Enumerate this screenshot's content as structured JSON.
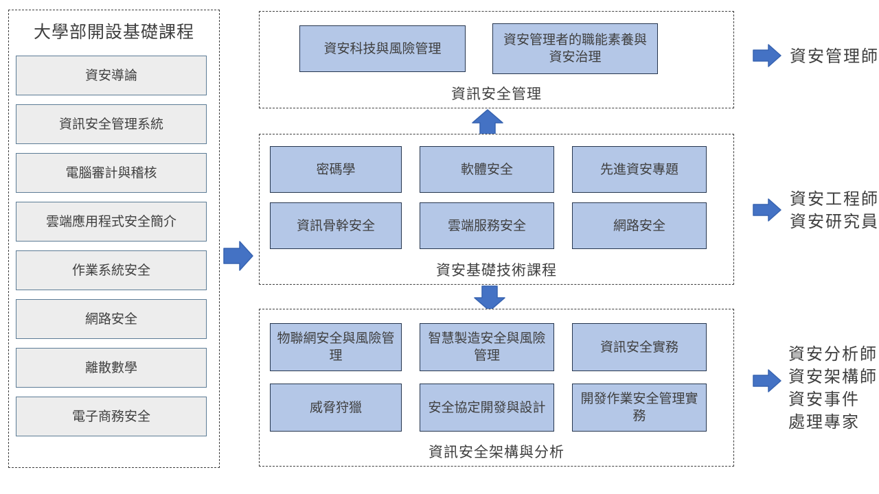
{
  "left_panel": {
    "title": "大學部開設基礎課程",
    "courses": [
      "資安導論",
      "資訊安全管理系統",
      "電腦審計與稽核",
      "雲端應用程式安全簡介",
      "作業系統安全",
      "網路安全",
      "離散數學",
      "電子商務安全"
    ]
  },
  "sections": [
    {
      "label": "資訊安全管理",
      "courses": [
        "資安科技與風險管理",
        "資安管理者的職能素養與資安治理"
      ]
    },
    {
      "label": "資安基礎技術課程",
      "courses": [
        "密碼學",
        "軟體安全",
        "先進資安專題",
        "資訊骨幹安全",
        "雲端服務安全",
        "網路安全"
      ]
    },
    {
      "label": "資訊安全架構與分析",
      "courses": [
        "物聯網安全與風險管理",
        "智慧製造安全與風險管理",
        "資訊安全實務",
        "威脅狩獵",
        "安全協定開發與設計",
        "開發作業安全管理實務"
      ]
    }
  ],
  "careers": [
    {
      "lines": [
        "資安管理師"
      ]
    },
    {
      "lines": [
        "資安工程師",
        "資安研究員"
      ]
    },
    {
      "lines": [
        "資安分析師",
        "資安架構師",
        "資安事件",
        "處理專家"
      ]
    }
  ],
  "colors": {
    "arrow_fill": "#4472C4",
    "arrow_stroke": "#3763B0",
    "course_box_fill": "#B4C7E7",
    "course_box_border": "#24344D",
    "gray_box_fill": "#EDEDED",
    "gray_box_border": "#5B7B95",
    "dashed_border": "#3C3C3C",
    "text": "#3F3F3F",
    "background": "#FFFFFF"
  }
}
